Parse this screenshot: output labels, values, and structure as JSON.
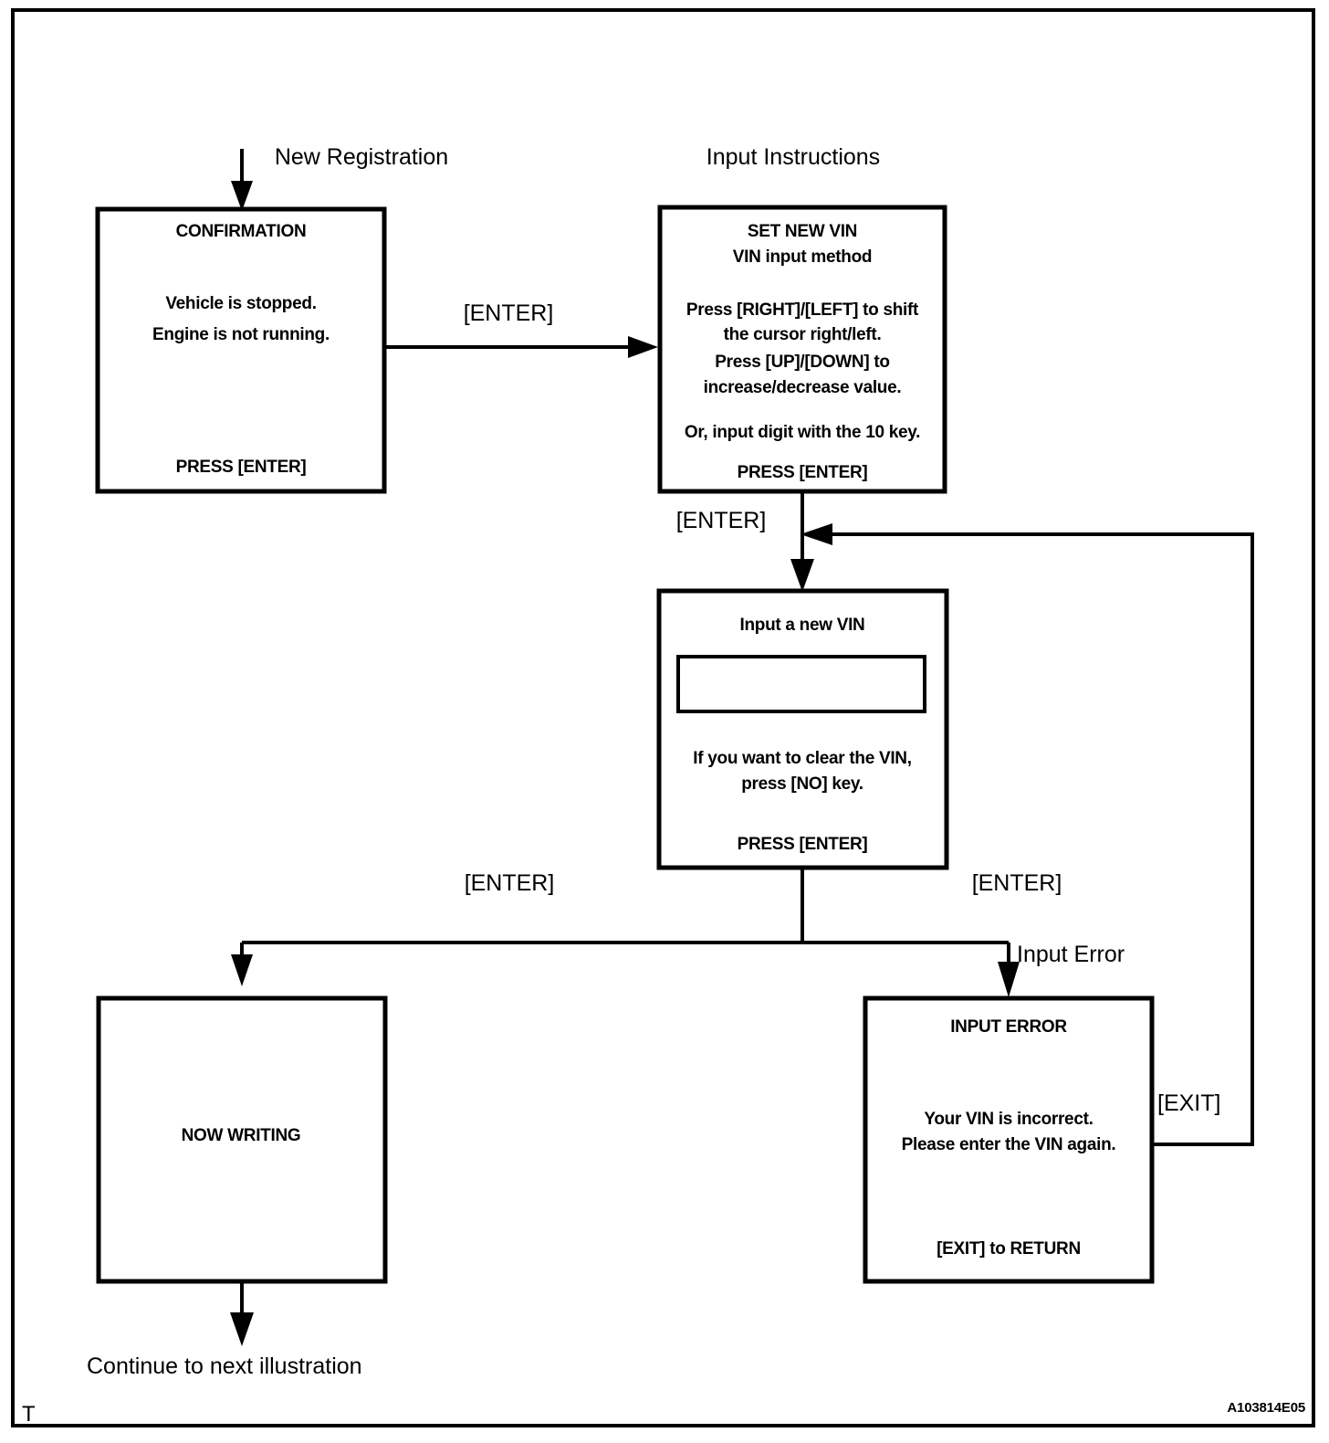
{
  "figure": {
    "id_code": "A103814E05",
    "corner_mark": "T"
  },
  "annotations": {
    "entry_label": "New Registration",
    "instructions_label": "Input Instructions",
    "enter_1": "[ENTER]",
    "enter_2": "[ENTER]",
    "enter_3": "[ENTER]",
    "enter_4": "[ENTER]",
    "input_error_label": "Input Error",
    "exit_label": "[EXIT]",
    "continue_label": "Continue to next illustration"
  },
  "screens": {
    "confirmation": {
      "title": "CONFIRMATION",
      "body_line_1": "Vehicle is stopped.",
      "body_line_2": "Engine is not running.",
      "footer": "PRESS [ENTER]"
    },
    "set_new_vin": {
      "title": "SET NEW VIN",
      "subtitle": "VIN input method",
      "body_line_1": "Press [RIGHT]/[LEFT] to shift",
      "body_line_2": "the cursor right/left.",
      "body_line_3": "Press [UP]/[DOWN]  to",
      "body_line_4": "increase/decrease value.",
      "body_line_5": "Or, input digit with the 10 key.",
      "footer": "PRESS [ENTER]"
    },
    "input_vin": {
      "title": "Input a new VIN",
      "field_value": "",
      "body_line_1": "If you want to clear the VIN,",
      "body_line_2": "press [NO] key.",
      "footer": "PRESS [ENTER]"
    },
    "now_writing": {
      "title": "NOW WRITING"
    },
    "input_error": {
      "title": "INPUT  ERROR",
      "body_line_1": "Your VIN is incorrect.",
      "body_line_2": "Please enter the VIN again.",
      "footer": "[EXIT] to RETURN"
    }
  }
}
